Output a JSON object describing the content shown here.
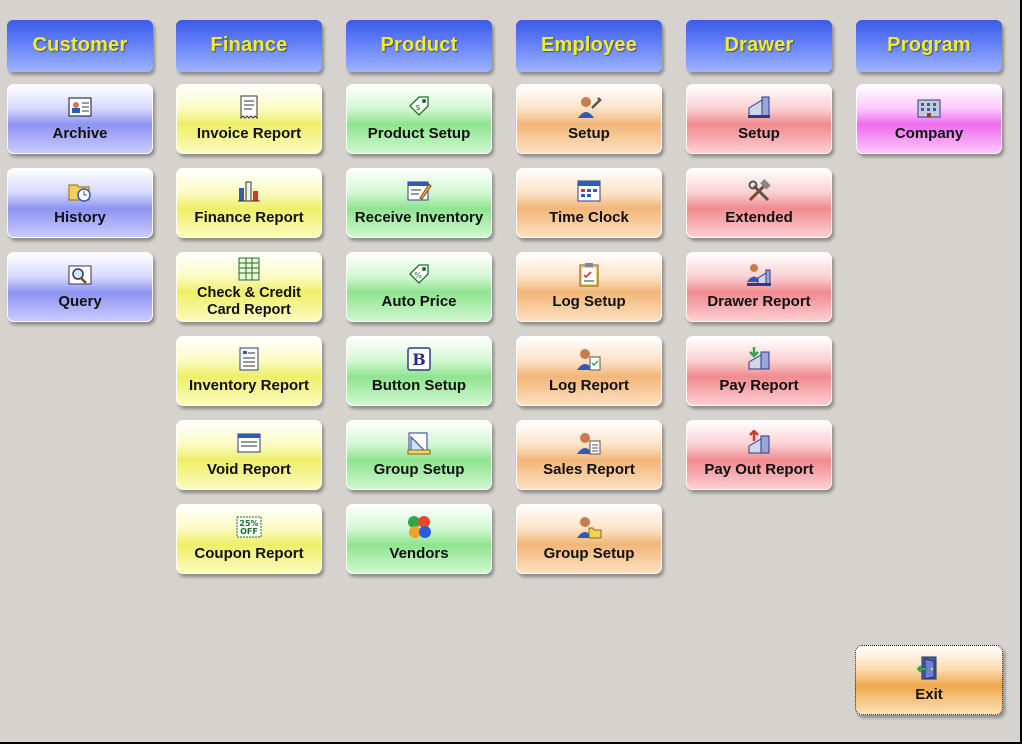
{
  "columns": [
    {
      "header": "Customer",
      "buttons": [
        "Archive",
        "History",
        "Query"
      ]
    },
    {
      "header": "Finance",
      "buttons": [
        "Invoice Report",
        "Finance Report",
        "Check & Credit\nCard Report",
        "Inventory Report",
        "Void Report",
        "Coupon Report"
      ]
    },
    {
      "header": "Product",
      "buttons": [
        "Product Setup",
        "Receive Inventory",
        "Auto Price",
        "Button Setup",
        "Group Setup",
        "Vendors"
      ]
    },
    {
      "header": "Employee",
      "buttons": [
        "Setup",
        "Time Clock",
        "Log Setup",
        "Log Report",
        "Sales Report",
        "Group Setup"
      ]
    },
    {
      "header": "Drawer",
      "buttons": [
        "Setup",
        "Extended",
        "Drawer Report",
        "Pay Report",
        "Pay Out Report"
      ]
    },
    {
      "header": "Program",
      "buttons": [
        "Company"
      ]
    }
  ],
  "exit": {
    "label": "Exit"
  },
  "icons": {
    "customer": [
      "id-card-icon",
      "folder-clock-icon",
      "search-card-icon"
    ],
    "finance": [
      "receipt-icon",
      "bar-chart-icon",
      "spreadsheet-icon",
      "document-list-icon",
      "window-icon",
      "coupon-icon"
    ],
    "product": [
      "tag-icon",
      "pencil-form-icon",
      "price-tag-icon",
      "b-button-icon",
      "ruler-icon",
      "people-group-icon"
    ],
    "employee": [
      "user-wrench-icon",
      "calendar-icon",
      "clipboard-icon",
      "user-clipboard-icon",
      "user-document-icon",
      "user-folder-icon"
    ],
    "drawer": [
      "register-icon",
      "tools-icon",
      "user-register-icon",
      "register-arrow-down-icon",
      "register-arrow-up-icon"
    ],
    "program": [
      "building-icon"
    ],
    "exit": "door-icon"
  },
  "colors": {
    "header_text": "#f3ec2a",
    "header_blue": "#3a5ae8",
    "background": "#d6d3ce"
  }
}
